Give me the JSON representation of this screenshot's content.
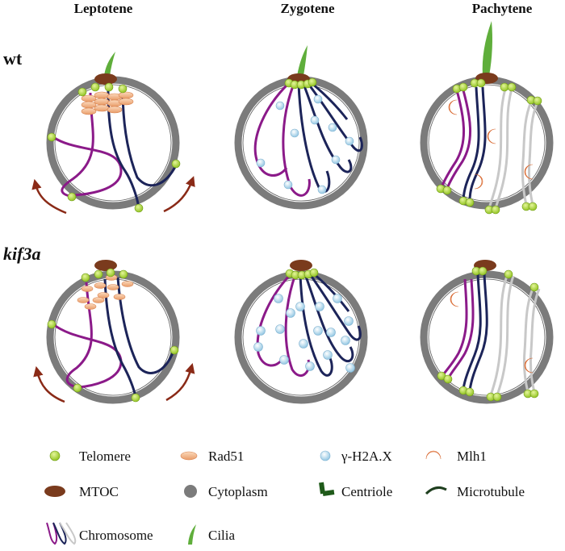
{
  "stages": [
    "Leptotene",
    "Zygotene",
    "Pachytene"
  ],
  "rows": [
    "wt",
    "kif3a"
  ],
  "legend": [
    {
      "label": "Telomere",
      "icon": "telomere-icon"
    },
    {
      "label": "Rad51",
      "icon": "rad51-icon"
    },
    {
      "label": "γ-H2A.X",
      "icon": "h2ax-icon"
    },
    {
      "label": "Mlh1",
      "icon": "mlh1-icon"
    },
    {
      "label": "MTOC",
      "icon": "mtoc-icon"
    },
    {
      "label": "Cytoplasm",
      "icon": "cytoplasm-icon"
    },
    {
      "label": "Centriole",
      "icon": "centriole-icon"
    },
    {
      "label": "Microtubule",
      "icon": "microtubule-icon"
    },
    {
      "label": "Chromosome",
      "icon": "chromosome-icon"
    },
    {
      "label": "Cilia",
      "icon": "cilia-icon"
    }
  ],
  "colors": {
    "purple": "#8b1a89",
    "navy": "#1c2459",
    "grey_chrom": "#c8c8c8",
    "cytoplasm": "#7b7b7b",
    "telomere": "#a6d12e",
    "mtoc": "#7a3b1d",
    "cilia": "#5fae3b",
    "rad51": "#f2b283",
    "h2ax": "#b9dcef",
    "mlh1": "#ef8f5a",
    "arrow": "#8a2a17"
  }
}
